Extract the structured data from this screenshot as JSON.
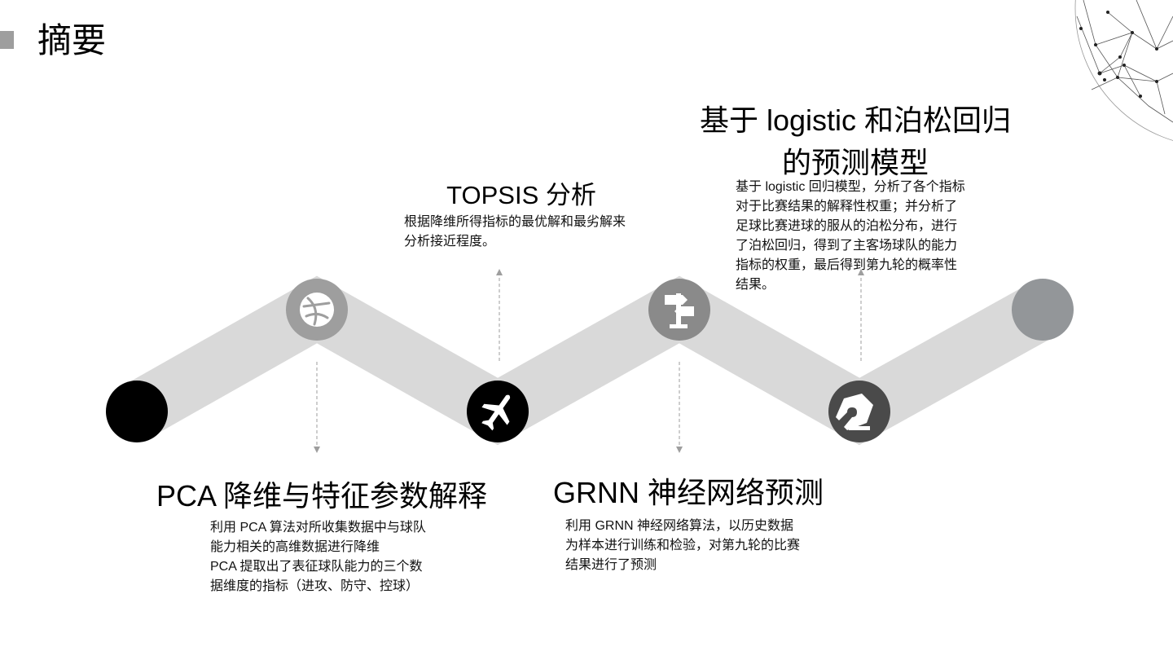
{
  "page": {
    "title": "摘要"
  },
  "steps": [
    {
      "id": "pca",
      "title": "PCA 降维与特征参数解释",
      "body": "利用 PCA 算法对所收集数据中与球队\n能力相关的高维数据进行降维\nPCA 提取出了表征球队能力的三个数\n据维度的指标（进攻、防守、控球）"
    },
    {
      "id": "topsis",
      "title": "TOPSIS 分析",
      "body": "根据降维所得指标的最优解和最劣解来\n分析接近程度。"
    },
    {
      "id": "grnn",
      "title": "GRNN 神经网络预测",
      "body": "利用 GRNN 神经网络算法，以历史数据\n为样本进行训练和检验，对第九轮的比赛\n结果进行了预测"
    },
    {
      "id": "logit",
      "title": "基于 logistic 和泊松回归\n的预测模型",
      "body": "基于 logistic 回归模型，分析了各个指标\n对于比赛结果的解释性权重；并分析了\n足球比赛进球的服从的泊松分布，进行\n了泊松回归，得到了主客场球队的能力\n指标的权重，最后得到第九轮的概率性\n结果。"
    }
  ],
  "nodes": [
    {
      "name": "start-node",
      "icon": "none",
      "color": "#000000"
    },
    {
      "name": "basketball-node",
      "icon": "basketball-icon",
      "color": "#9e9e9e"
    },
    {
      "name": "airplane-node",
      "icon": "airplane-icon",
      "color": "#000000"
    },
    {
      "name": "signpost-node",
      "icon": "signpost-icon",
      "color": "#8a8a8a"
    },
    {
      "name": "pen-nib-node",
      "icon": "pen-nib-icon",
      "color": "#4a4a4a"
    },
    {
      "name": "end-node",
      "icon": "none",
      "color": "#939699"
    }
  ],
  "colors": {
    "ribbon": "#d9d9d9",
    "accent": "#9e9e9e",
    "connector": "#9e9e9e"
  }
}
